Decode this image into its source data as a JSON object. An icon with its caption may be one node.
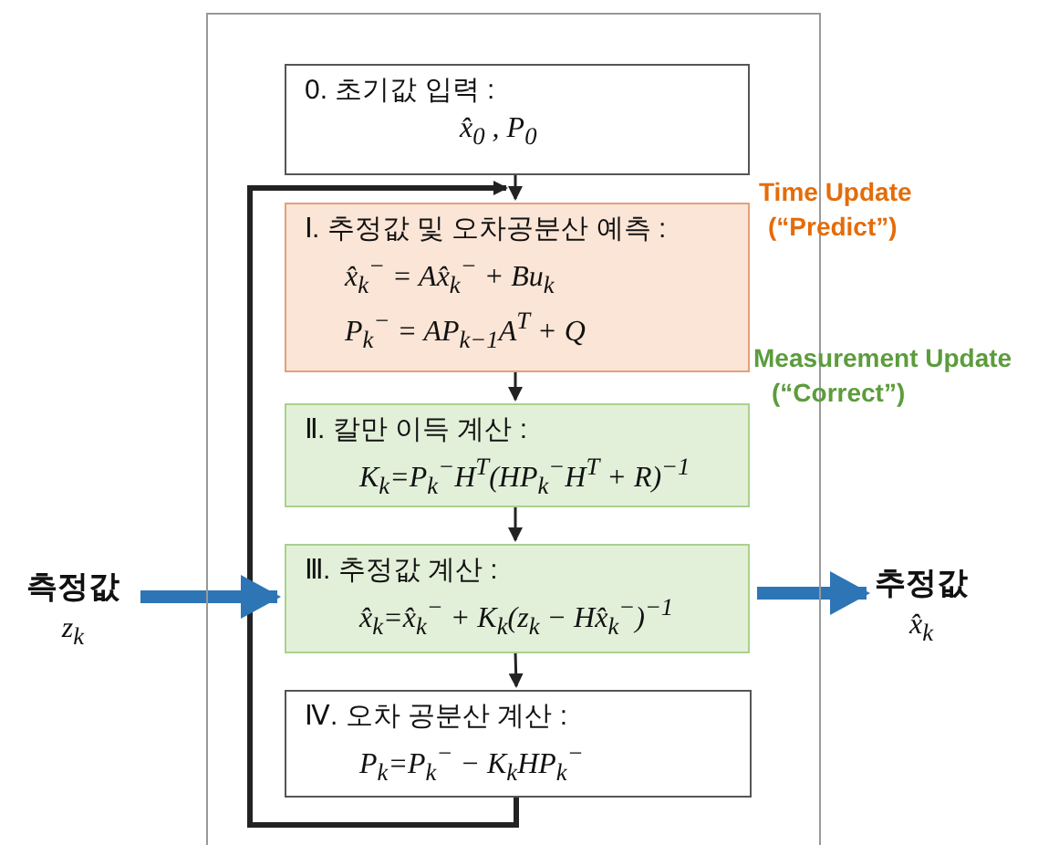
{
  "diagram": {
    "nodes": [
      {
        "text": [],
        "shape": "box"
      },
      {
        "text": [
          "0. 초기값 입력 :",
          "x̂$_{0}$ , P$_{0}$"
        ],
        "in": 0
      },
      {
        "text": [
          "Ⅰ. 추정값 및 오차공분산 예측 :",
          "x̂$_{k}$$^{−}$ = Ax̂$_{k}$$^{−}$ + Bu$_{k}$",
          "P$_{k}$$^{−}$ = AP$_{k−1}$A$^{T}$ + Q"
        ],
        "in": 0
      },
      {
        "text": [
          "Ⅱ. 칼만 이득 계산 :",
          "K$_{k}$=P$_{k}$$^{−}$H$^{T}$(HP$_{k}$$^{−}$H$^{T}$ + R)$^{−1}$"
        ],
        "in": 0
      },
      {
        "text": [
          "Ⅲ. 추정값 계산 :",
          "x̂$_{k}$=x̂$_{k}$$^{−}$ + K$_{k}$(z$_{k}$ − Hx̂$_{k}$$^{−}$)$^{−1}$"
        ],
        "in": 0
      },
      {
        "text": [
          "Ⅳ. 오차 공분산 계산 :",
          "P$_{k}$=P$_{k}$$^{−}$ − K$_{k}$HP$_{k}$$^{−}$"
        ],
        "in": 0
      },
      {
        "text": [
          "측정값",
          "z$_{k}$"
        ]
      },
      {
        "text": [
          "추정값",
          "x̂$_{k}$"
        ]
      }
    ],
    "edges": [
      {
        "from": 1,
        "to": 2,
        "arrow": "to"
      },
      {
        "from": 2,
        "to": 3,
        "arrow": "to"
      },
      {
        "from": 3,
        "to": 4,
        "arrow": "to"
      },
      {
        "from": 4,
        "to": 5,
        "arrow": "to"
      },
      {
        "from": 5,
        "to": 2,
        "arrow": "to",
        "style": "thick"
      },
      {
        "from": 6,
        "to": 4,
        "arrow": "to",
        "style": "thick",
        "color": "#2e75b6"
      },
      {
        "from": 4,
        "to": 7,
        "arrow": "to",
        "style": "thick",
        "color": "#2e75b6"
      }
    ],
    "labels": [
      "Time Update",
      "(“Predict”)",
      "Measurement Update",
      "(“Correct”)"
    ]
  }
}
